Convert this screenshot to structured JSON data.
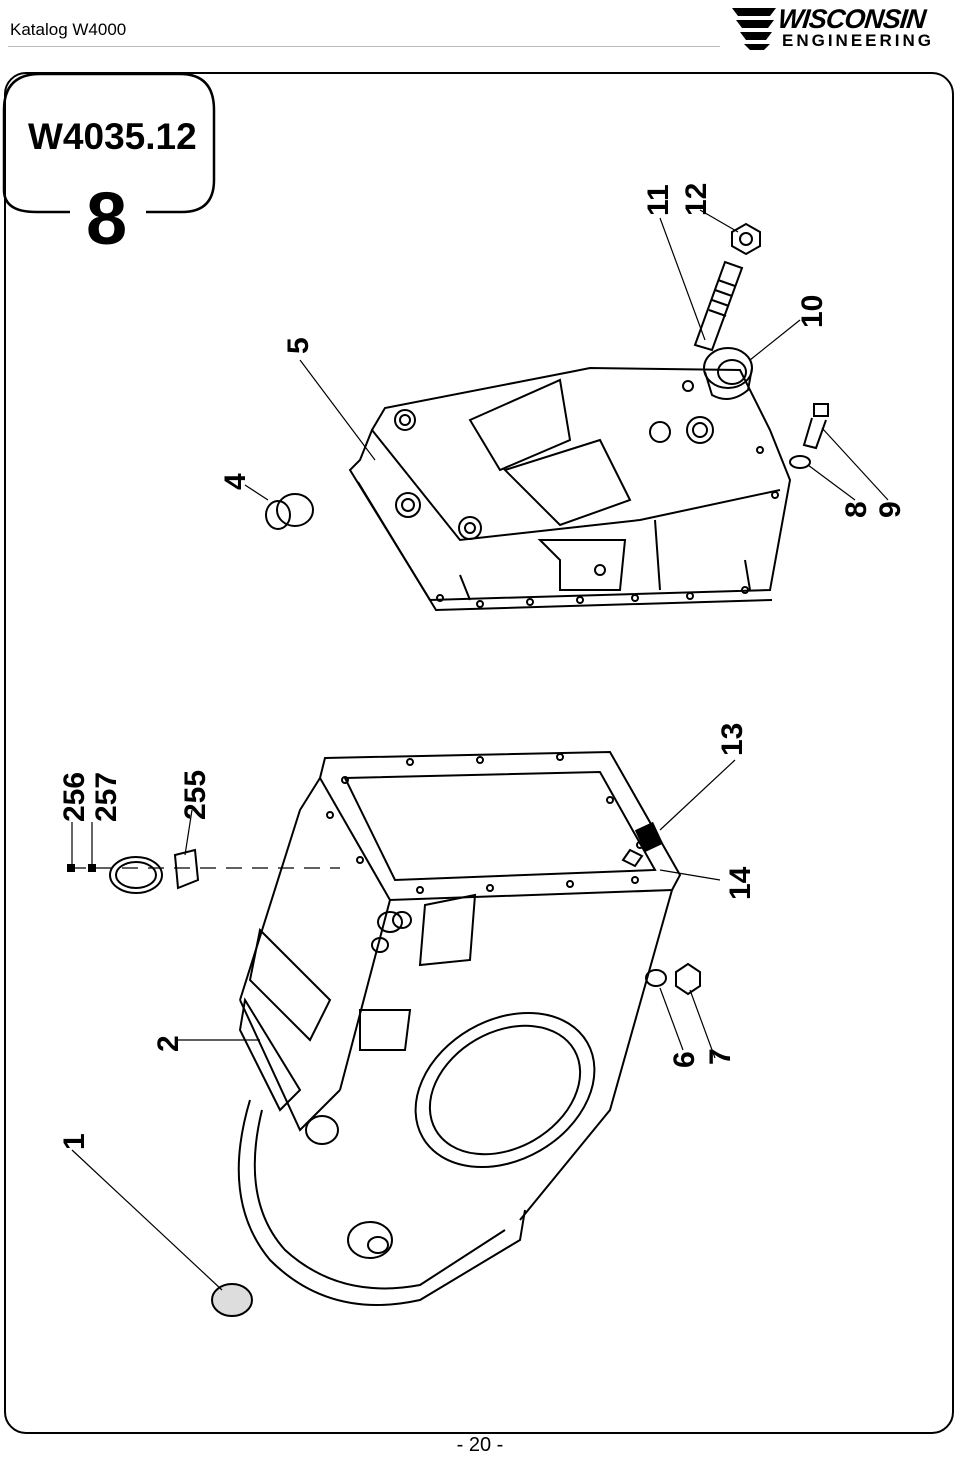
{
  "header": {
    "title": "Katalog W4000",
    "logo": {
      "line1": "WISCONSIN",
      "line2": "ENGINEERING"
    }
  },
  "section": {
    "code": "W4035.12",
    "number": "8"
  },
  "diagram": {
    "callouts": [
      "1",
      "2",
      "4",
      "5",
      "6",
      "7",
      "8",
      "9",
      "10",
      "11",
      "12",
      "13",
      "14",
      "255",
      "256",
      "257"
    ]
  },
  "footer": {
    "page": "- 20 -"
  }
}
